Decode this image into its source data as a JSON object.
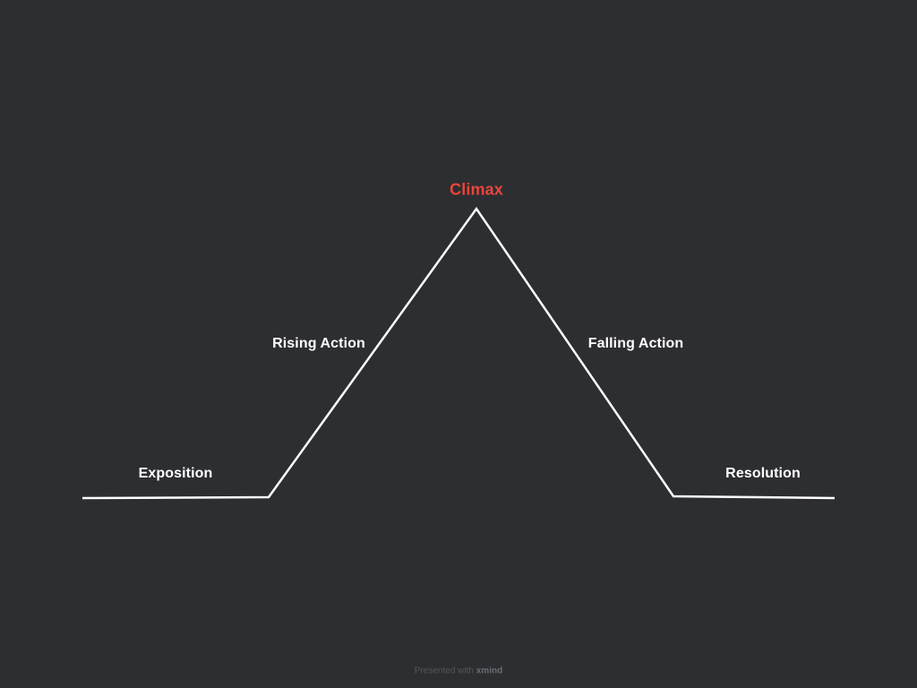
{
  "diagram": {
    "stages": {
      "exposition": "Exposition",
      "rising_action": "Rising Action",
      "climax": "Climax",
      "falling_action": "Falling Action",
      "resolution": "Resolution"
    }
  },
  "footer": {
    "prefix": "Presented with",
    "brand": "xmind"
  },
  "colors": {
    "background": "#2d2e31",
    "line": "#ffffff",
    "text": "#ffffff",
    "climax": "#e8453c",
    "footer_text": "#55575c"
  }
}
